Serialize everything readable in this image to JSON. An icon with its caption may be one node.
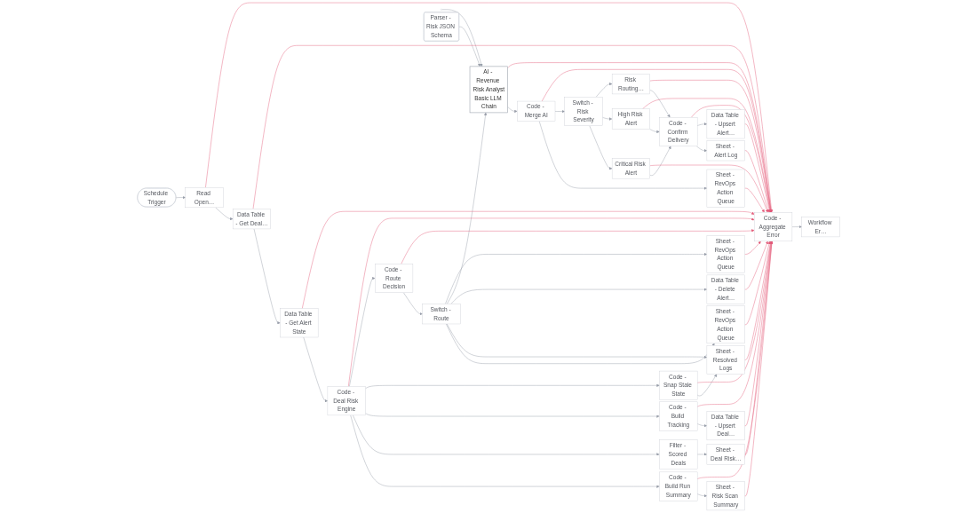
{
  "diagram": {
    "nodes": [
      {
        "text": [
          "Schedule Trigger"
        ]
      },
      {
        "text": [
          "Read Open…"
        ]
      },
      {
        "text": [
          "Data Table - Get Deal…"
        ]
      },
      {
        "text": [
          "Data Table - Get Alert State"
        ]
      },
      {
        "text": [
          "Code - Deal Risk Engine"
        ]
      },
      {
        "text": [
          "Code - Build Run Summary"
        ]
      },
      {
        "text": [
          "Filter - Scored Deals"
        ]
      },
      {
        "text": [
          "Code - Build Tracking"
        ]
      },
      {
        "text": [
          "Code - Snap Stale State"
        ]
      },
      {
        "text": [
          "Code - Route Decision"
        ]
      },
      {
        "text": [
          "Sheet - Risk Scan Summary"
        ]
      },
      {
        "text": [
          "Sheet - Deal Risk…"
        ]
      },
      {
        "text": [
          "Data Table - Upsert Deal…"
        ]
      },
      {
        "text": [
          "Switch - Route"
        ]
      },
      {
        "text": [
          "Sheet - RevOps Action Queue"
        ]
      },
      {
        "text": [
          "Sheet - Resolved Logs"
        ]
      },
      {
        "text": [
          "Data Table - Delete Alert…"
        ]
      },
      {
        "text": [
          "AI - Revenue Risk Analyst",
          "Basic LLM Chain"
        ]
      },
      {
        "text": [],
        "shape": "circle"
      },
      {
        "text": [
          "Parser - Risk JSON Schema"
        ]
      },
      {
        "text": [
          "Sheet - RevOps Action Queue"
        ]
      },
      {
        "text": [
          "Code - Merge AI"
        ]
      },
      {
        "text": [
          "Sheet - RevOps Action Queue"
        ]
      },
      {
        "text": [
          "Switch - Risk Severity"
        ]
      },
      {
        "text": [
          "Critical Risk Alert"
        ]
      },
      {
        "text": [
          "High Risk Alert"
        ]
      },
      {
        "text": [
          "Risk Routing…"
        ]
      },
      {
        "text": [
          "Code - Confirm Delivery"
        ]
      },
      {
        "text": [
          "Sheet - Alert Log"
        ]
      },
      {
        "text": [
          "Data Table - Upsert Alert…"
        ]
      },
      {
        "text": [
          "Code - Aggregate Error"
        ]
      },
      {
        "text": [
          "Workflow Er…"
        ]
      }
    ],
    "edges": [
      {
        "from": 0,
        "to": 1,
        "arrow": "to"
      },
      {
        "from": 1,
        "to": 2,
        "arrow": "to"
      },
      {
        "from": 2,
        "to": 3,
        "arrow": "to"
      },
      {
        "from": 3,
        "to": 4,
        "arrow": "to"
      },
      {
        "from": 4,
        "to": 5,
        "arrow": "to"
      },
      {
        "from": 4,
        "to": 6,
        "arrow": "to"
      },
      {
        "from": 4,
        "to": 7,
        "arrow": "to"
      },
      {
        "from": 4,
        "to": 8,
        "arrow": "to"
      },
      {
        "from": 4,
        "to": 9,
        "arrow": "to"
      },
      {
        "from": 5,
        "to": 10,
        "arrow": "to"
      },
      {
        "from": 6,
        "to": 11,
        "arrow": "to"
      },
      {
        "from": 7,
        "to": 12,
        "arrow": "to"
      },
      {
        "from": 8,
        "to": 15,
        "arrow": "to"
      },
      {
        "from": 9,
        "to": 13,
        "arrow": "to"
      },
      {
        "from": 13,
        "to": 14,
        "arrow": "to"
      },
      {
        "from": 13,
        "to": 15,
        "arrow": "to"
      },
      {
        "from": 13,
        "to": 16,
        "arrow": "to"
      },
      {
        "from": 13,
        "to": 17,
        "arrow": "to"
      },
      {
        "from": 13,
        "to": 20,
        "arrow": "to"
      },
      {
        "from": 18,
        "to": 17,
        "arrow": "to"
      },
      {
        "from": 19,
        "to": 17,
        "arrow": "to"
      },
      {
        "from": 17,
        "to": 21,
        "arrow": "to"
      },
      {
        "from": 21,
        "to": 22,
        "arrow": "to"
      },
      {
        "from": 21,
        "to": 23,
        "arrow": "to"
      },
      {
        "from": 23,
        "to": 24,
        "arrow": "to"
      },
      {
        "from": 23,
        "to": 25,
        "arrow": "to"
      },
      {
        "from": 23,
        "to": 26,
        "arrow": "to"
      },
      {
        "from": 24,
        "to": 27,
        "arrow": "to"
      },
      {
        "from": 25,
        "to": 27,
        "arrow": "to"
      },
      {
        "from": 26,
        "to": 27,
        "arrow": "to"
      },
      {
        "from": 27,
        "to": 28,
        "arrow": "to"
      },
      {
        "from": 27,
        "to": 29,
        "arrow": "to"
      },
      {
        "from": 30,
        "to": 31,
        "arrow": "to"
      },
      {
        "from": 1,
        "to": 30,
        "arrow": "to",
        "color": "#e5607e"
      },
      {
        "from": 2,
        "to": 30,
        "arrow": "to",
        "color": "#e5607e"
      },
      {
        "from": 3,
        "to": 30,
        "arrow": "to",
        "color": "#e5607e"
      },
      {
        "from": 4,
        "to": 30,
        "arrow": "to",
        "color": "#e5607e"
      },
      {
        "from": 5,
        "to": 30,
        "arrow": "to",
        "color": "#e5607e"
      },
      {
        "from": 7,
        "to": 30,
        "arrow": "to",
        "color": "#e5607e"
      },
      {
        "from": 8,
        "to": 30,
        "arrow": "to",
        "color": "#e5607e"
      },
      {
        "from": 9,
        "to": 30,
        "arrow": "to",
        "color": "#e5607e"
      },
      {
        "from": 10,
        "to": 30,
        "arrow": "to",
        "color": "#e5607e"
      },
      {
        "from": 11,
        "to": 30,
        "arrow": "to",
        "color": "#e5607e"
      },
      {
        "from": 12,
        "to": 30,
        "arrow": "to",
        "color": "#e5607e"
      },
      {
        "from": 14,
        "to": 30,
        "arrow": "to",
        "color": "#e5607e"
      },
      {
        "from": 15,
        "to": 30,
        "arrow": "to",
        "color": "#e5607e"
      },
      {
        "from": 16,
        "to": 30,
        "arrow": "to",
        "color": "#e5607e"
      },
      {
        "from": 17,
        "to": 30,
        "arrow": "to",
        "color": "#e5607e"
      },
      {
        "from": 20,
        "to": 30,
        "arrow": "to",
        "color": "#e5607e"
      },
      {
        "from": 21,
        "to": 30,
        "arrow": "to",
        "color": "#e5607e"
      },
      {
        "from": 22,
        "to": 30,
        "arrow": "to",
        "color": "#e5607e"
      },
      {
        "from": 24,
        "to": 30,
        "arrow": "to",
        "color": "#e5607e"
      },
      {
        "from": 25,
        "to": 30,
        "arrow": "to",
        "color": "#e5607e"
      },
      {
        "from": 26,
        "to": 30,
        "arrow": "to",
        "color": "#e5607e"
      },
      {
        "from": 27,
        "to": 30,
        "arrow": "to",
        "color": "#e5607e"
      },
      {
        "from": 28,
        "to": 30,
        "arrow": "to",
        "color": "#e5607e"
      },
      {
        "from": 29,
        "to": 30,
        "arrow": "to",
        "color": "#e5607e"
      }
    ]
  }
}
